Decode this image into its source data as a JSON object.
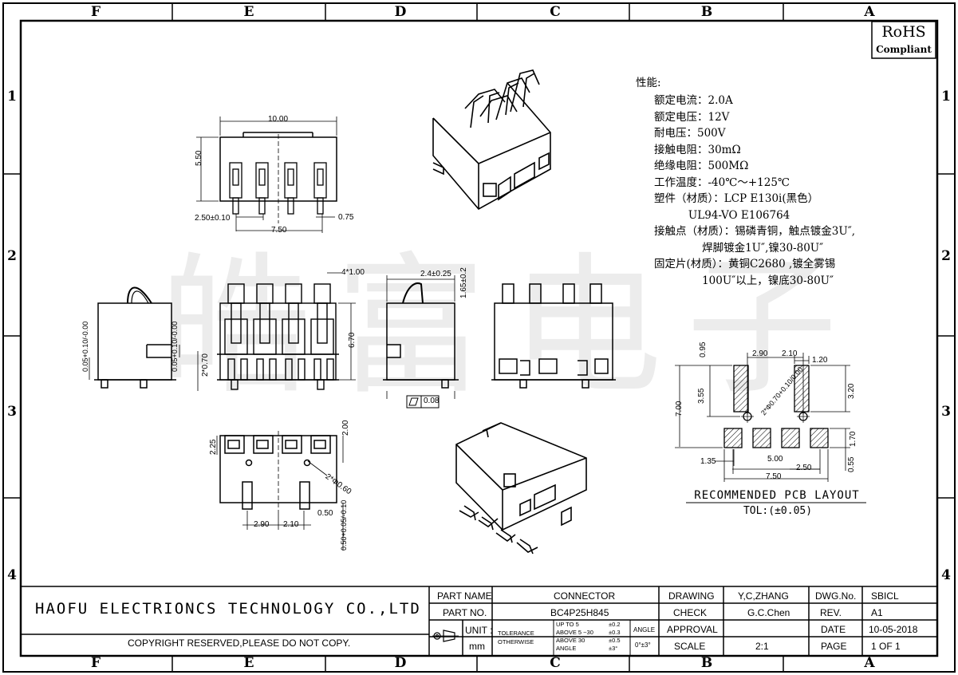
{
  "border": {
    "columns": [
      "F",
      "E",
      "D",
      "C",
      "B",
      "A"
    ],
    "rows": [
      "1",
      "2",
      "3",
      "4"
    ]
  },
  "rohs": {
    "line1": "RoHS",
    "line2": "Compliant"
  },
  "watermark": "皓富电子",
  "specs": {
    "heading": "性能:",
    "lines": [
      "额定电流：2.0A",
      "额定电压：12V",
      "耐电压：500V",
      "接触电阻：30mΩ",
      "绝缘电阻：500MΩ",
      "工作温度：-40℃～+125℃",
      "塑件（材质）：LCP E130i(黑色）",
      "          UL94-VO E106764",
      "接触点（材质）：锡磷青铜，触点镀金3U″,",
      "              焊脚镀金1U″,镍30-80U″",
      "固定片(材质）：黄铜C2680 ,镀全雾锡",
      "              100U″以上，镍底30-80U″"
    ]
  },
  "dimensions": {
    "top_view": {
      "width": "10.00",
      "height": "5.50",
      "pitch": "2.50±0.10",
      "pin": "0.75",
      "span": "7.50"
    },
    "front_view": {
      "left_tol": "0.05+0.10/-0.00",
      "mid_tol": "0.05+0.10/-0.00",
      "slots": "2*0.70",
      "pin_w": "4*1.00",
      "height": "6.70"
    },
    "side_view": {
      "offset": "2.4±0.25",
      "gap": "1.65±0.2",
      "flatness": "0.08"
    },
    "bottom_view": {
      "h1": "2.25",
      "h2": "2.00",
      "hole": "2*Φ0.60",
      "s1": "2.90",
      "s2": "2.10",
      "s3": "0.50",
      "s4": "0.50+0.05/-0.10"
    },
    "pcb": {
      "title": "RECOMMENDED PCB LAYOUT",
      "tol": "TOL:(±0.05)",
      "d_095": "0.95",
      "d_290": "2.90",
      "d_210": "2.10",
      "d_120": "1.20",
      "d_700": "7.00",
      "d_355": "3.55",
      "d_320": "3.20",
      "d_hole": "2*Φ0.70+0.10/0.00",
      "d_170": "1.70",
      "d_135": "1.35",
      "d_500": "5.00",
      "d_250": "2.50",
      "d_055": "0.55",
      "d_750": "7.50"
    }
  },
  "title_block": {
    "company": "HAOFU ELECTRIONCS TECHNOLOGY CO.,LTD",
    "copyright": "COPYRIGHT RESERVED,PLEASE DO NOT COPY.",
    "part_name_label": "PART NAME",
    "part_name": "CONNECTOR",
    "part_no_label": "PART NO.",
    "part_no": "BC4P25H845",
    "unit_label": "UNIT :",
    "unit": "mm",
    "tolerance_label": "TOLERANCE OTHERWISE",
    "tol_rows": [
      [
        "UP TO 5",
        "±0.2"
      ],
      [
        "ABOVE 5 ~30",
        "±0.3"
      ],
      [
        "ABOVE 30",
        "±0.5"
      ],
      [
        "ANGLE",
        "±3°"
      ]
    ],
    "angle_label": "ANGLE",
    "angle_value": "0°±3°",
    "drawing_label": "DRAWING",
    "drawing": "Y,C,ZHANG",
    "check_label": "CHECK",
    "check": "G.C.Chen",
    "approval_label": "APPROVAL",
    "scale_label": "SCALE",
    "scale": "2:1",
    "dwg_label": "DWG.No.",
    "dwg": "SBICL",
    "rev_label": "REV.",
    "rev": "A1",
    "date_label": "DATE",
    "date": "10-05-2018",
    "page_label": "PAGE",
    "page": "1 OF 1"
  }
}
